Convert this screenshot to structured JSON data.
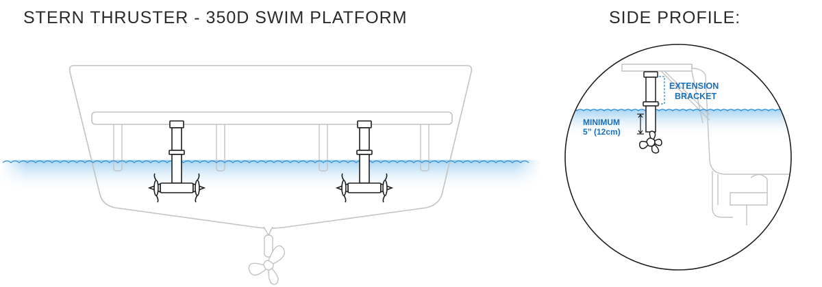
{
  "titles": {
    "main": "STERN THRUSTER - 350D SWIM PLATFORM",
    "side": "SIDE PROFILE:"
  },
  "side_profile": {
    "bracket_label_line1": "EXTENSION",
    "bracket_label_line2": "BRACKET",
    "minimum_label_line1": "MINIMUM",
    "minimum_label_line2": "5” (12cm)"
  },
  "colors": {
    "outline": "#bdbdbd",
    "thruster": "#1c1c1c",
    "water": "#2b8fd6",
    "water_glow": "#cfe6f7",
    "accent_text": "#1a6fb5"
  }
}
